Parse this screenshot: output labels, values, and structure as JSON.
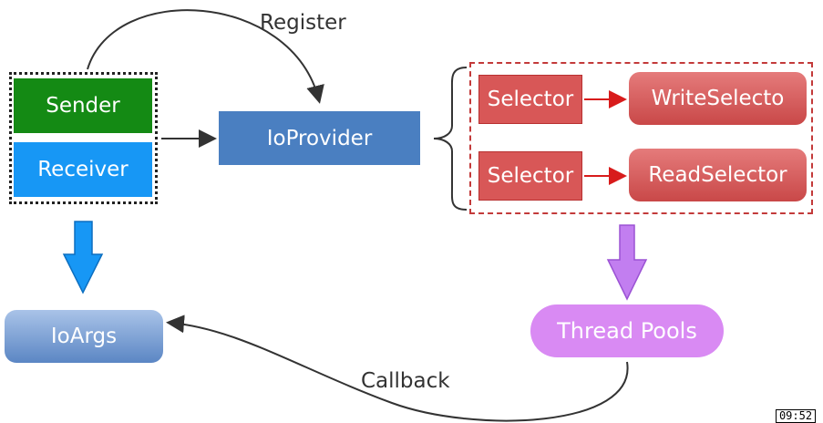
{
  "nodes": {
    "sender": "Sender",
    "receiver": "Receiver",
    "ioprovider": "IoProvider",
    "selector_1": "Selector",
    "selector_2": "Selector",
    "write_selector": "WriteSelecto",
    "read_selector": "ReadSelector",
    "ioargs": "IoArgs",
    "thread_pools": "Thread Pools"
  },
  "edges": {
    "register": "Register",
    "callback": "Callback"
  },
  "timestamp": "09:52",
  "colors": {
    "sender": "#148a14",
    "receiver": "#1797f5",
    "ioprovider": "#4a7fc1",
    "selector": "#d85757",
    "thread_pools": "#d98af3",
    "down_arrow_blue": "#1797f5",
    "down_arrow_purple": "#c27ef0"
  }
}
